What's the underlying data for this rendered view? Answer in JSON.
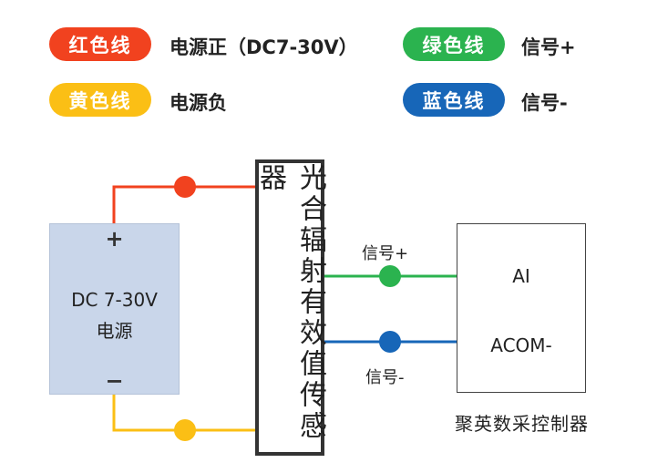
{
  "legend": [
    {
      "pill": "红色线",
      "text": "电源正（DC7-30V）",
      "color": "#f1421f"
    },
    {
      "pill": "绿色线",
      "text": "信号+",
      "color": "#2bb34f"
    },
    {
      "pill": "黄色线",
      "text": "电源负",
      "color": "#fbbf15"
    },
    {
      "pill": "蓝色线",
      "text": "信号-",
      "color": "#1766b8"
    }
  ],
  "power": {
    "plus": "+",
    "minus": "−",
    "line1": "DC 7-30V",
    "line2": "电源"
  },
  "sensor": {
    "label": "光合辐射有效值传感器"
  },
  "signals": {
    "plus": "信号+",
    "minus": "信号-"
  },
  "controller": {
    "ai": "AI",
    "acom": "ACOM-",
    "name": "聚英数采控制器"
  },
  "colors": {
    "red": "#f1421f",
    "yellow": "#fbbf15",
    "green": "#2bb34f",
    "blue": "#1766b8"
  }
}
